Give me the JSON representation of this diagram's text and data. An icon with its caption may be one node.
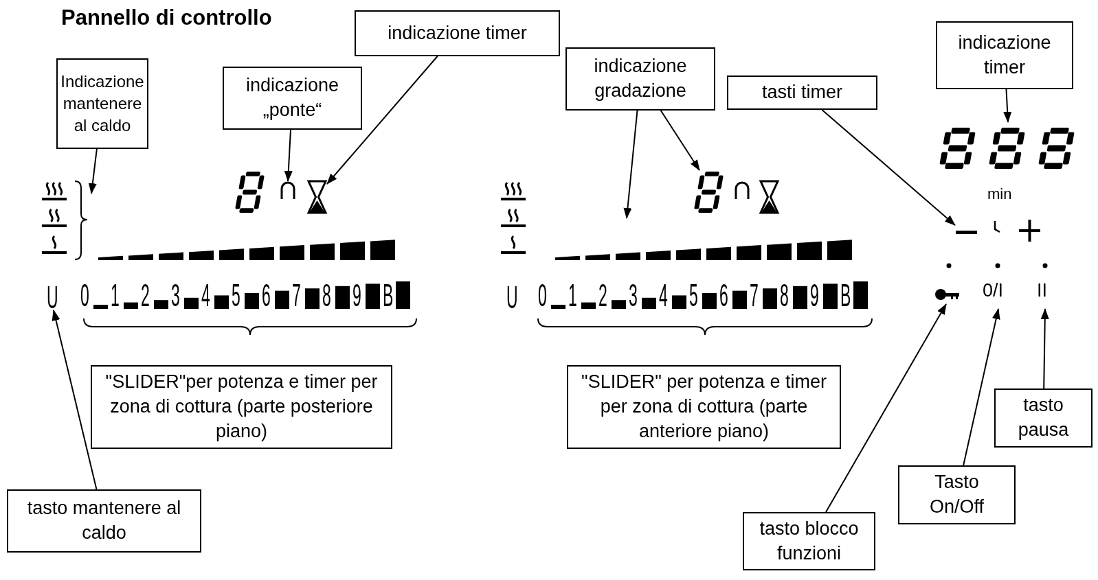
{
  "diagram": {
    "title": "Pannello di controllo",
    "nodes": [
      {
        "text": [
          "Indicazione mantenere al caldo"
        ]
      },
      {
        "text": [
          "indicazione „ponte“"
        ]
      },
      {
        "text": [
          "indicazione timer"
        ]
      },
      {
        "text": [
          "indicazione gradazione"
        ]
      },
      {
        "text": [
          "tasti timer"
        ]
      },
      {
        "text": [
          "indicazione timer"
        ]
      },
      {
        "text": [
          "\"SLIDER\"per potenza e timer per zona di cottura (parte posteriore piano)"
        ]
      },
      {
        "text": [
          "\"SLIDER\" per potenza e timer per zona di cottura (parte anteriore piano)"
        ]
      },
      {
        "text": [
          "tasto pausa"
        ]
      },
      {
        "text": [
          "Tasto On/Off"
        ]
      },
      {
        "text": [
          "tasto mantenere al caldo"
        ]
      },
      {
        "text": [
          "tasto blocco funzioni"
        ]
      },
      {
        "text": [],
        "shape": "icon"
      },
      {
        "text": [],
        "shape": "icon"
      },
      {
        "text": [],
        "shape": "icon"
      },
      {
        "text": [
          "U"
        ]
      },
      {
        "text": [],
        "shape": "bar"
      },
      {
        "text": [],
        "shape": "icon"
      },
      {
        "text": [],
        "shape": "icon"
      },
      {
        "text": [],
        "shape": "bar"
      },
      {
        "text": [],
        "shape": "icon"
      },
      {
        "text": [
          "0/I"
        ]
      },
      {
        "text": [
          "II"
        ]
      },
      {
        "text": [],
        "shape": "bar"
      }
    ],
    "edges": [
      {
        "from": 0,
        "to": 12,
        "arrow": "to"
      },
      {
        "from": 1,
        "to": 13,
        "arrow": "to"
      },
      {
        "from": 2,
        "to": 14,
        "arrow": "to"
      },
      {
        "from": 10,
        "to": 15,
        "arrow": "to"
      },
      {
        "from": 3,
        "to": 16,
        "arrow": "to"
      },
      {
        "from": 3,
        "to": 17,
        "arrow": "to"
      },
      {
        "from": 4,
        "to": 19,
        "arrow": "to"
      },
      {
        "from": 5,
        "to": 18,
        "arrow": "to"
      },
      {
        "from": 11,
        "to": 20,
        "arrow": "to"
      },
      {
        "from": 9,
        "to": 21,
        "arrow": "to"
      },
      {
        "from": 8,
        "to": 22,
        "arrow": "to"
      }
    ],
    "labels": [
      "min",
      "0",
      "1",
      "2",
      "3",
      "4",
      "5",
      "6",
      "7",
      "8",
      "9",
      "B",
      "U",
      "0",
      "1",
      "2",
      "3",
      "4",
      "5",
      "6",
      "7",
      "8",
      "9",
      "B"
    ]
  }
}
